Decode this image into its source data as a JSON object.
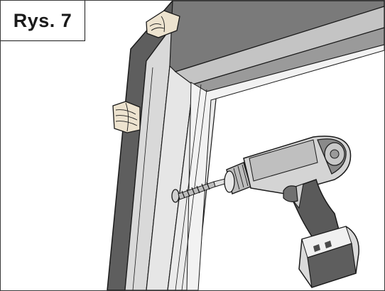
{
  "figure": {
    "label": "Rys. 7"
  },
  "colors": {
    "outline": "#1a1a1a",
    "wall_dark": "#5e5e5e",
    "frame_light": "#d9d9d9",
    "frame_mid": "#a6a6a6",
    "frame_shadow": "#8c8c8c",
    "drill_body": "#cfcfcf",
    "drill_dark": "#4a4a4a",
    "wood": "#ede3cf"
  },
  "icons": [
    "door-frame",
    "wood-wedge",
    "cordless-drill",
    "screw"
  ]
}
